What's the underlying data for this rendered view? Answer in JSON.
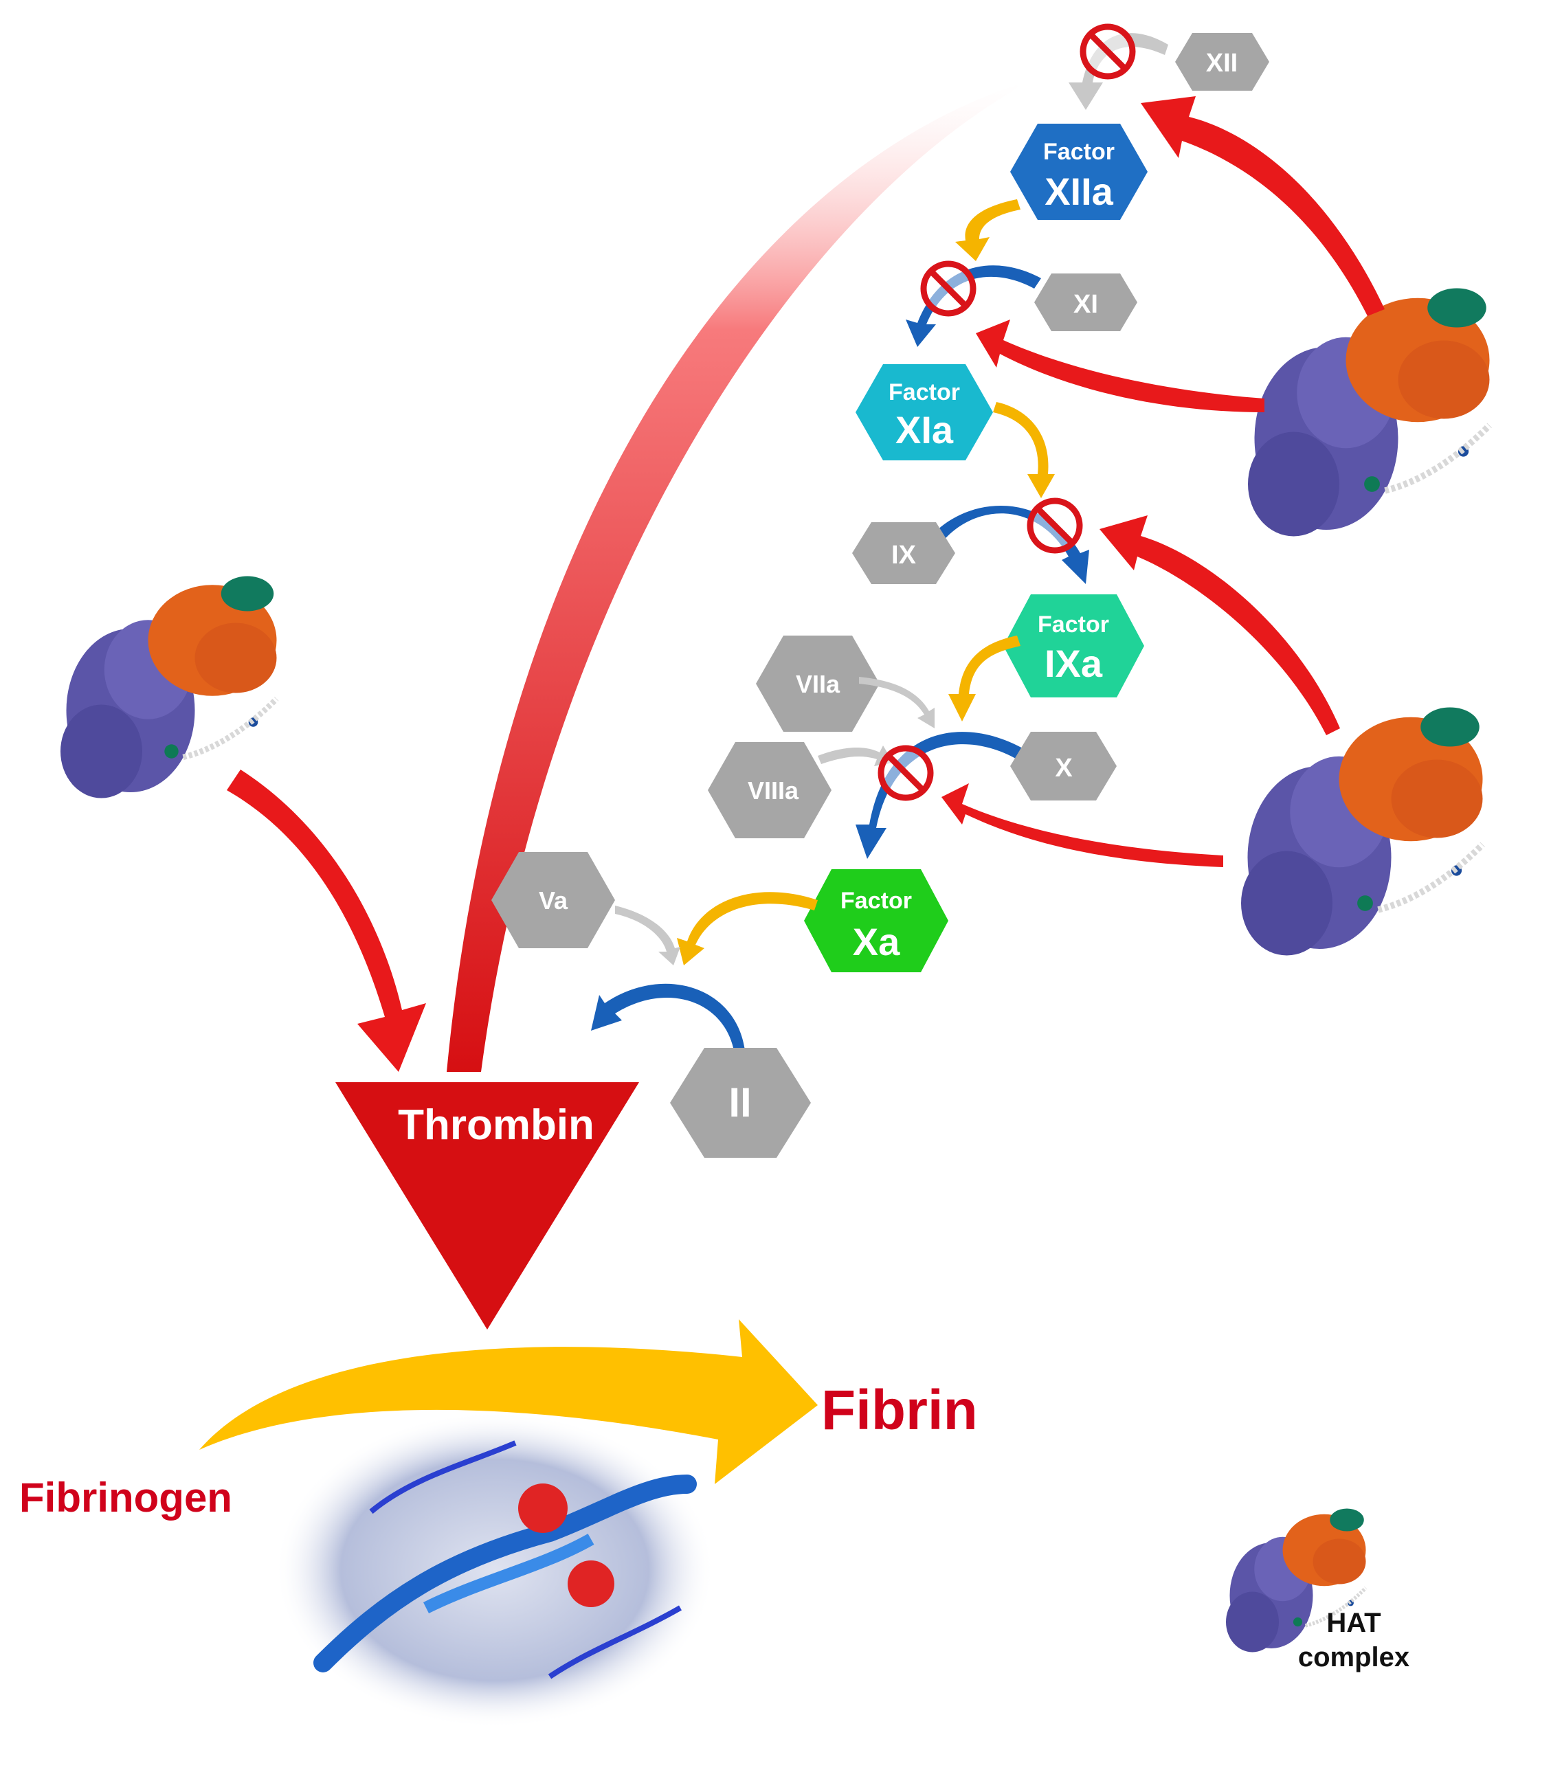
{
  "colors": {
    "inhibition_arrow": "#e8191b",
    "gray_factor": "#a6a6a6",
    "factor_xiia": "#1f6fc4",
    "factor_xia": "#19b9cf",
    "factor_ixa": "#20d398",
    "factor_xa": "#1fcd1b",
    "thrombin": "#d60f12",
    "fibrin_arrow": "#ffc000",
    "label_red": "#d0021b",
    "activation_yellow": "#f5b400",
    "activation_blue": "#1960b8",
    "activation_gray": "#c8c8c8",
    "protein_purple": "#5b55a8",
    "protein_orange": "#e2621b",
    "protein_teal": "#117a5e"
  },
  "icons": [
    "no-symbol-icon",
    "hat-complex-icon",
    "fibrinogen-molecule-icon"
  ],
  "factors": {
    "xii": "XII",
    "xiia_top": "Factor",
    "xiia_main": "XIIa",
    "xi": "XI",
    "xia_top": "Factor",
    "xia_main": "XIa",
    "ix": "IX",
    "ixa_top": "Factor",
    "ixa_main": "IXa",
    "viia": "VIIa",
    "viiia": "VIIIa",
    "x": "X",
    "va": "Va",
    "xa_top": "Factor",
    "xa_main": "Xa",
    "ii": "II"
  },
  "labels": {
    "thrombin": "Thrombin",
    "fibrin": "Fibrin",
    "fibrinogen": "Fibrinogen",
    "legend_line1": "HAT",
    "legend_line2": "complex"
  }
}
